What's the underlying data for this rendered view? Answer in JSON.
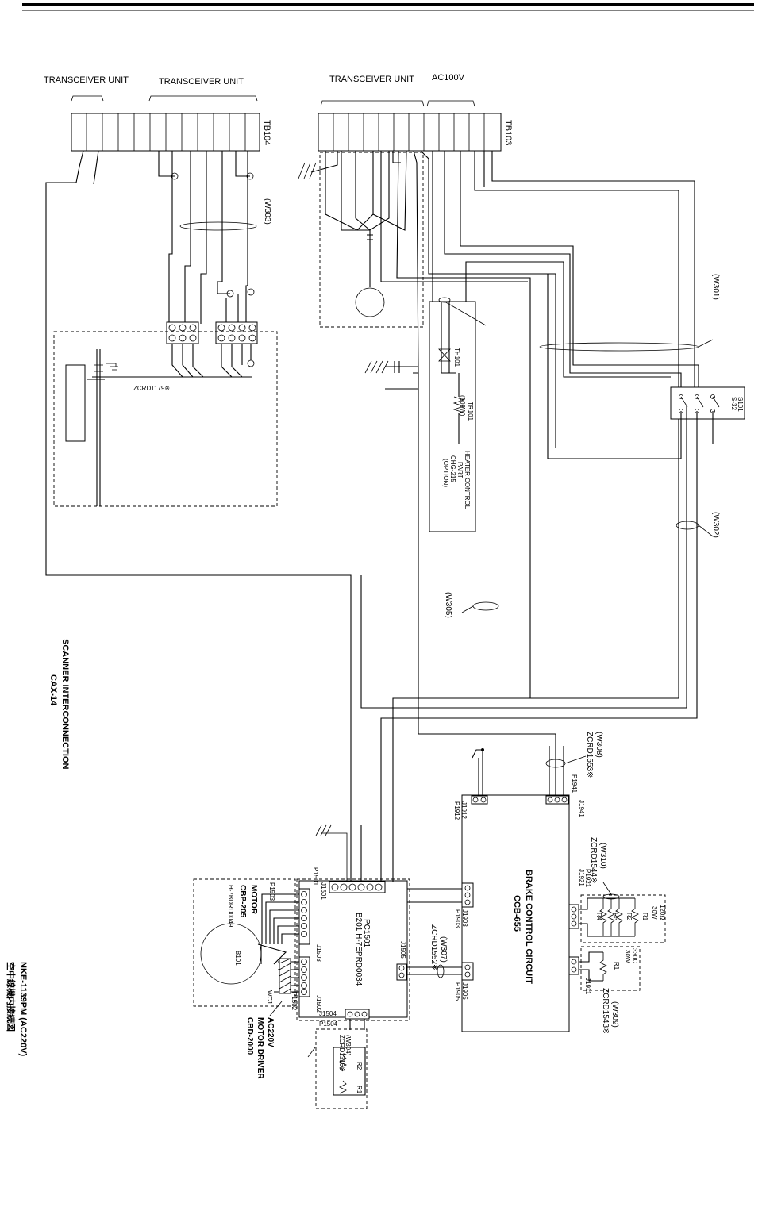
{
  "top_labels": {
    "transceiver_1": "TRANSCEIVER UNIT",
    "transceiver_2": "TRANSCEIVER UNIT",
    "transceiver_3": "TRANSCEIVER UNIT",
    "ac100v": "AC100V"
  },
  "terminals": {
    "tb104": "TB104",
    "tb103": "TB103"
  },
  "wires": {
    "w303": "(W303)",
    "w301": "(W301)",
    "w302": "(W302)",
    "w305": "(W305)",
    "w308": "(W308)",
    "w308_part": "ZCRD1553※",
    "w310": "(W310)",
    "w310_part": "ZCRD1544※",
    "w307": "(W307)",
    "w307_part": "ZCRD1552※",
    "w309": "(W309)",
    "w309_part": "ZCRD1543※",
    "w304": "(W304)",
    "w304_part": "ZCRD1316※"
  },
  "parts": {
    "zcrd1179": "ZCRD1179※",
    "th101": "TH101",
    "tr101": "TR101",
    "tr101_power": "(100W)",
    "heater_1": "HEATER CONTROL",
    "heater_2": "PART",
    "heater_3": "CHG-215",
    "heater_4": "(OPTION)",
    "s101": "S101",
    "s32": "S-32",
    "scanner_title": "SCANNER INTERCONNECTION",
    "scanner_model": "CAX-14",
    "brake_title": "BRAKE CONTROL CIRCUIT",
    "brake_model": "CCB-655",
    "motor_title": "MOTOR",
    "motor_model": "CBP-205",
    "motor_code": "H-7BDRD0049",
    "b101": "B101",
    "wc1": "WC1",
    "pc1501": "PC1501",
    "pc1501_code": "B201 H-7EPRD0034",
    "motor_driver_1": "AC220V",
    "motor_driver_2": "MOTOR DRIVER",
    "motor_driver_3": "CBD-2000",
    "r_bank1": "120Ω",
    "r_bank1_w": "30W",
    "r_bank2": "330Ω",
    "r_bank2_w": "30W",
    "r1": "R1",
    "r2": "R2",
    "r3": "R3",
    "r4": "R4",
    "r1b": "R1",
    "r1c": "R1",
    "r2c": "R2"
  },
  "connectors": {
    "j1912": "J1912",
    "p1912": "P1912",
    "j1941": "J1941",
    "p1941": "P1941",
    "j1921": "J1921",
    "p1921": "P1921",
    "j1911": "J1911",
    "j1903": "J1903",
    "p1903": "P1903",
    "j1905": "J1905",
    "p1905": "P1905",
    "j1501": "J1501",
    "p1501": "P1501",
    "j1503": "J1503",
    "p1503": "P1503",
    "j1502": "J1502",
    "p1502": "P1502",
    "j1504": "J1504",
    "p1504": "P1504",
    "j1505": "J1505"
  },
  "footer": {
    "title": "NKE-1139PM (AC220V)",
    "subtitle": "空中線機内接続図"
  }
}
